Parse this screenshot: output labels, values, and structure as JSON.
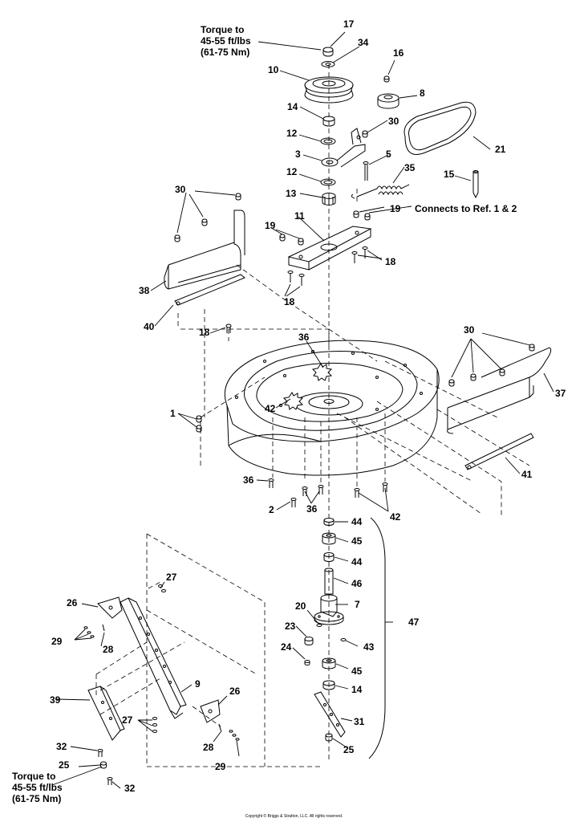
{
  "notes": {
    "torque_top": "Torque to\n45-55 ft/lbs\n(61-75 Nm)",
    "torque_bottom": "Torque to\n45-55 ft/lbs\n(61-75 Nm)",
    "connects": "Connects to Ref. 1 & 2"
  },
  "copyright": "Copyright © Briggs & Stratton, LLC. All rights reserved.",
  "callouts": {
    "c17": "17",
    "c34": "34",
    "c10": "10",
    "c16": "16",
    "c8": "8",
    "c14a": "14",
    "c30a": "30",
    "c12a": "12",
    "c21": "21",
    "c3": "3",
    "c5": "5",
    "c12b": "12",
    "c35": "35",
    "c15": "15",
    "c13": "13",
    "c30b": "30",
    "c19a": "19",
    "c11": "11",
    "c19b": "19",
    "c18a": "18",
    "c38": "38",
    "c18b": "18",
    "c40": "40",
    "c18c": "18",
    "c36a": "36",
    "c30c": "30",
    "c37": "37",
    "c42a": "42",
    "c1": "1",
    "c41": "41",
    "c36b": "36",
    "c2": "2",
    "c36c": "36",
    "c42b": "42",
    "c44a": "44",
    "c45a": "45",
    "c44b": "44",
    "c46": "46",
    "c27a": "27",
    "c26a": "26",
    "c20": "20",
    "c7": "7",
    "c47": "47",
    "c29a": "29",
    "c28a": "28",
    "c23": "23",
    "c43": "43",
    "c24": "24",
    "c45b": "45",
    "c9": "9",
    "c14b": "14",
    "c39": "39",
    "c26b": "26",
    "c27b": "27",
    "c31": "31",
    "c28b": "28",
    "c32a": "32",
    "c25a": "25",
    "c29b": "29",
    "c25b": "25",
    "c32b": "32"
  }
}
